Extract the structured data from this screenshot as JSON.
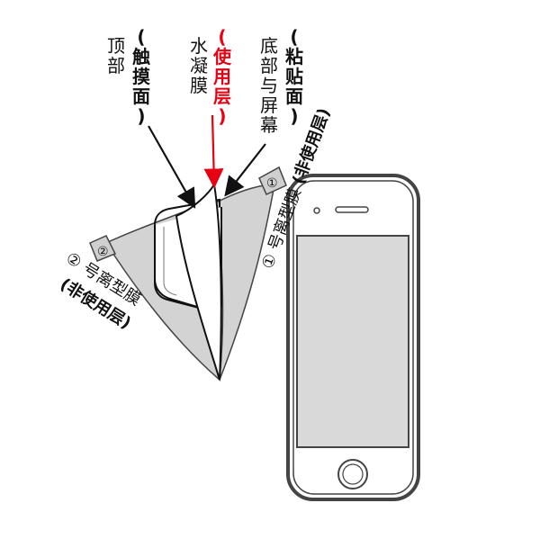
{
  "labels": {
    "top_layer_name": "顶部",
    "top_layer_tag": "(触摸面)",
    "use_layer_tag": "(使用层)",
    "use_layer_name": "水凝膜",
    "bottom_tag": "(粘贴面)",
    "bottom_desc": "底部与屏幕",
    "film1": "① 号离型膜",
    "film1_tag": "(非使用层)",
    "film2": "② 号离型膜",
    "film2_tag": "(非使用层)",
    "tab1": "①",
    "tab2": "②"
  },
  "colors": {
    "accent_red": "#e60012",
    "film_gray": "#d3d3d3",
    "screen_gray": "#d9d9d9",
    "outline": "#444444"
  },
  "icons": [
    "home-button-icon",
    "earpiece-icon",
    "front-camera-icon",
    "arrow-icon"
  ]
}
